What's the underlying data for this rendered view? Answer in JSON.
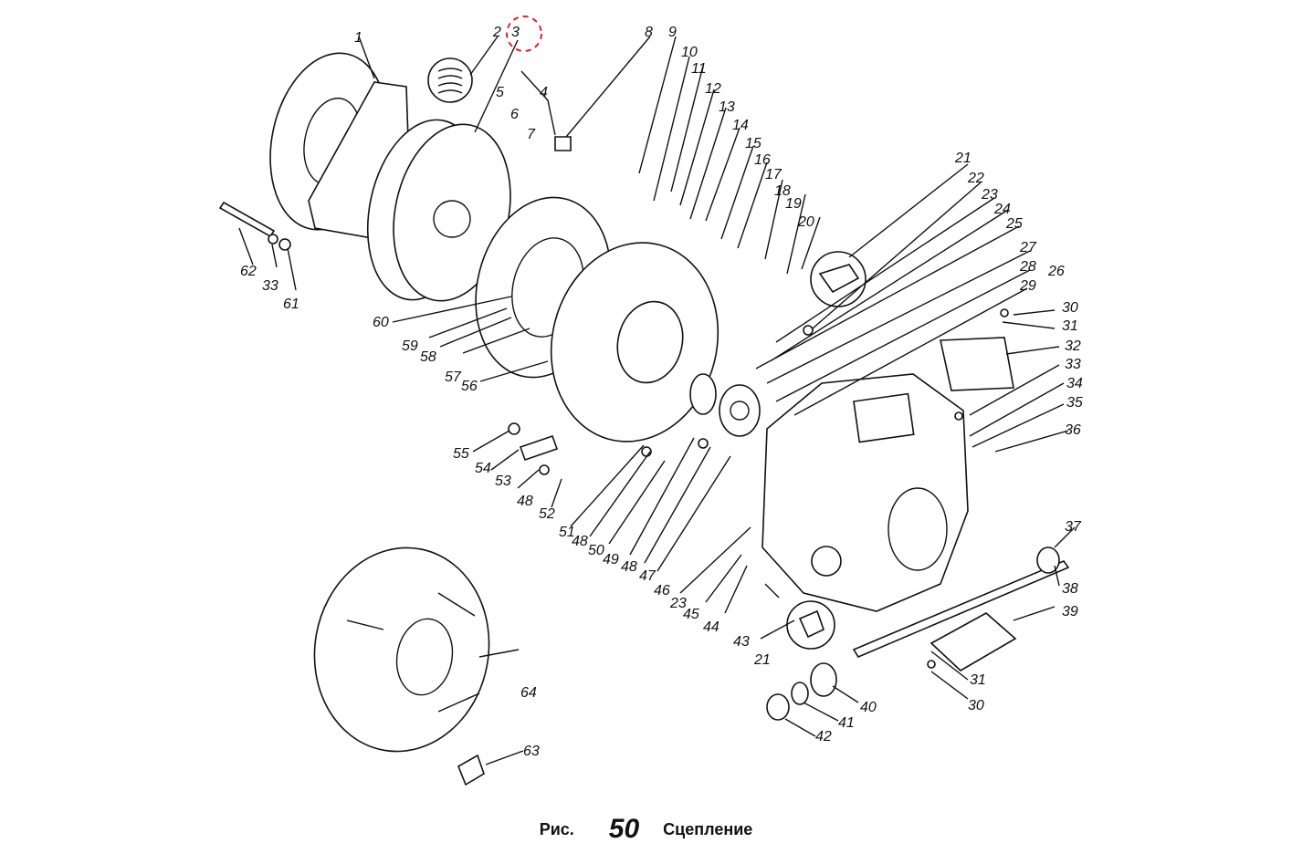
{
  "caption": {
    "prefix": "Рис.",
    "number": "50",
    "title": "Сцепление"
  },
  "highlighted_label": "3",
  "labels": [
    "1",
    "2",
    "3",
    "4",
    "5",
    "6",
    "7",
    "8",
    "9",
    "10",
    "11",
    "12",
    "13",
    "14",
    "15",
    "16",
    "17",
    "18",
    "19",
    "20",
    "21",
    "22",
    "23",
    "24",
    "25",
    "26",
    "27",
    "28",
    "29",
    "30",
    "31",
    "32",
    "33",
    "34",
    "35",
    "36",
    "37",
    "38",
    "39",
    "40",
    "41",
    "42",
    "43",
    "44",
    "45",
    "46",
    "47",
    "48",
    "49",
    "50",
    "51",
    "52",
    "53",
    "54",
    "55",
    "56",
    "57",
    "58",
    "59",
    "60",
    "61",
    "62",
    "63",
    "64",
    "21",
    "23",
    "30",
    "31",
    "33",
    "48",
    "48"
  ]
}
